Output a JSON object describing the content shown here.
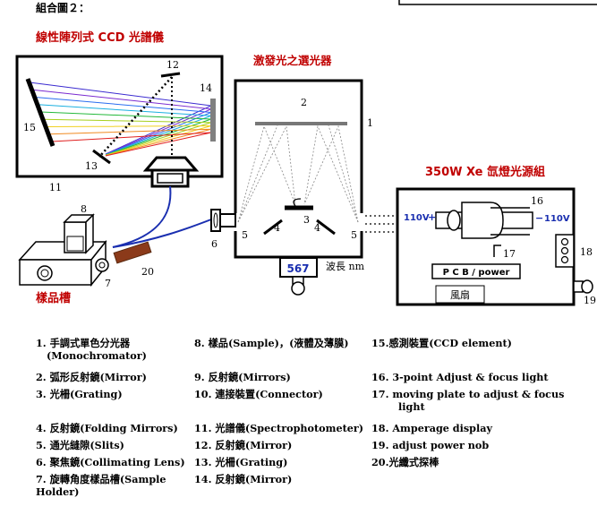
{
  "header": "組合圖２：",
  "titles": {
    "ccd": "線性陣列式 CCD 光譜儀",
    "selector": "激發光之選光器",
    "source": "350W Xe 氙燈光源組",
    "sample": "樣品槽"
  },
  "numbers": {
    "n1": "1",
    "n2": "2",
    "n3": "3",
    "n4a": "4",
    "n4b": "4",
    "n5a": "5",
    "n5b": "5",
    "n6": "6",
    "n7": "7",
    "n8": "8",
    "n11": "11",
    "n12": "12",
    "n13": "13",
    "n14": "14",
    "n15": "15",
    "n16": "16",
    "n17": "17",
    "n18": "18",
    "n19": "19",
    "n20": "20"
  },
  "wavelength": {
    "value": "567",
    "unit": "波長 nm"
  },
  "source_box": {
    "v_left": "110V",
    "v_right": "110V",
    "plus": "+",
    "minus": "−",
    "pcb": "P C B / power",
    "fan": "風扇"
  },
  "legend": {
    "col1": [
      {
        "text": "1. 手調式單色分光器",
        "cont": "(Monochromator)"
      },
      {
        "text": "2. 弧形反射鏡(Mirror)"
      },
      {
        "text": "3. 光柵(Grating)"
      },
      {
        "text": "4. 反射鏡(Folding Mirrors)"
      },
      {
        "text": "5. 通光縫隙(Slits)"
      },
      {
        "text": "6. 聚焦鏡(Collimating Lens)"
      },
      {
        "text": "7. 旋轉角度樣品槽(Sample",
        "cont": "Holder)"
      }
    ],
    "col2": [
      {
        "text": "8. 樣品(Sample)，(液體及薄膜)"
      },
      {
        "text": "9. 反射鏡(Mirrors)"
      },
      {
        "text": "10. 連接裝置(Connector)"
      },
      {
        "text": "11. 光譜儀(Spectrophotometer)"
      },
      {
        "text": "12. 反射鏡(Mirror)"
      },
      {
        "text": "13. 光柵(Grating)"
      },
      {
        "text": "14. 反射鏡(Mirror)"
      }
    ],
    "col3": [
      {
        "text": "15.感測裝置(CCD element)"
      },
      {
        "text": "16. 3-point Adjust & focus light"
      },
      {
        "text": "17. moving plate to adjust & focus",
        "cont": "light"
      },
      {
        "text": "18. Amperage display"
      },
      {
        "text": "19. adjust power nob"
      },
      {
        "text": "20.光纖式探棒"
      }
    ]
  },
  "colors": {
    "title_red": "#c00000",
    "fiber_blue": "#1a2fb0",
    "probe_brown": "#8b3a1a",
    "spectrum": [
      "#3b2bd0",
      "#7a2bd0",
      "#2a6ef0",
      "#1bb0e0",
      "#22b83a",
      "#a8d020",
      "#f0d020",
      "#f08a20",
      "#e02020"
    ]
  }
}
